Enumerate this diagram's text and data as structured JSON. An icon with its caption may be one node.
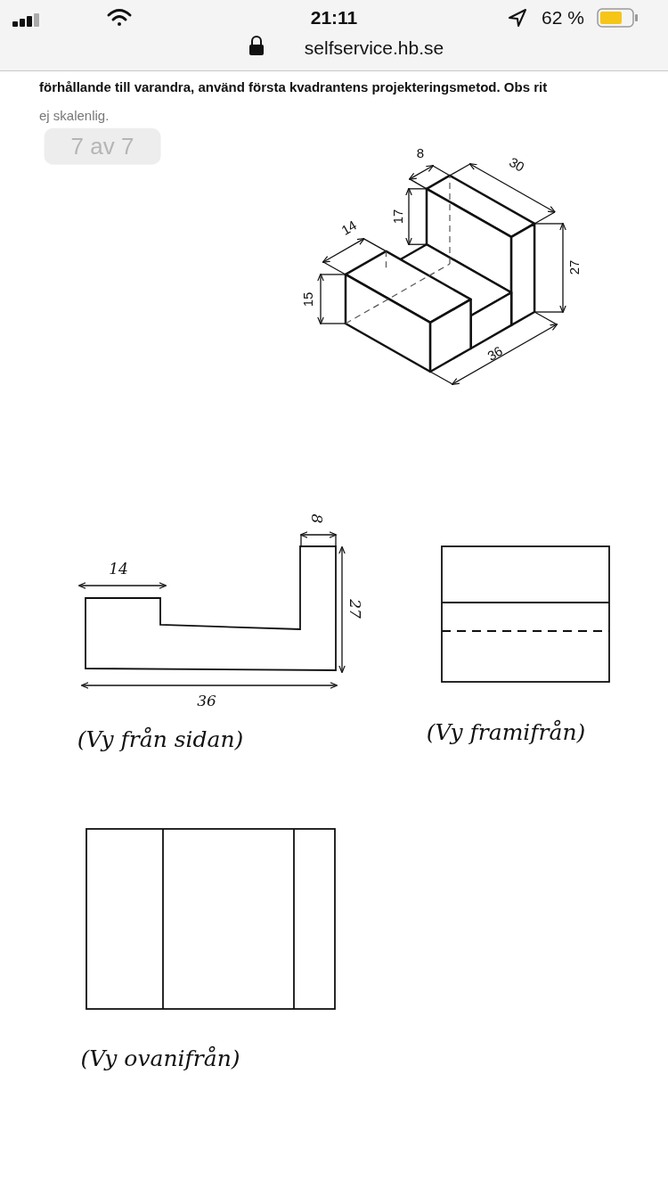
{
  "diagram": {
    "labels": [
      "21:11",
      "62 %",
      "selfservice.hb.se",
      "förhållande till varandra, använd första kvadrantens projekteringsmetod. Obs rit",
      "ej skalenlig.",
      "7 av 7",
      "8",
      "30",
      "17",
      "14",
      "15",
      "27",
      "36",
      "14",
      "8",
      "27",
      "36",
      "(Vy från sidan)",
      "(Vy framifrån)",
      "(Vy ovanifrån)"
    ]
  }
}
